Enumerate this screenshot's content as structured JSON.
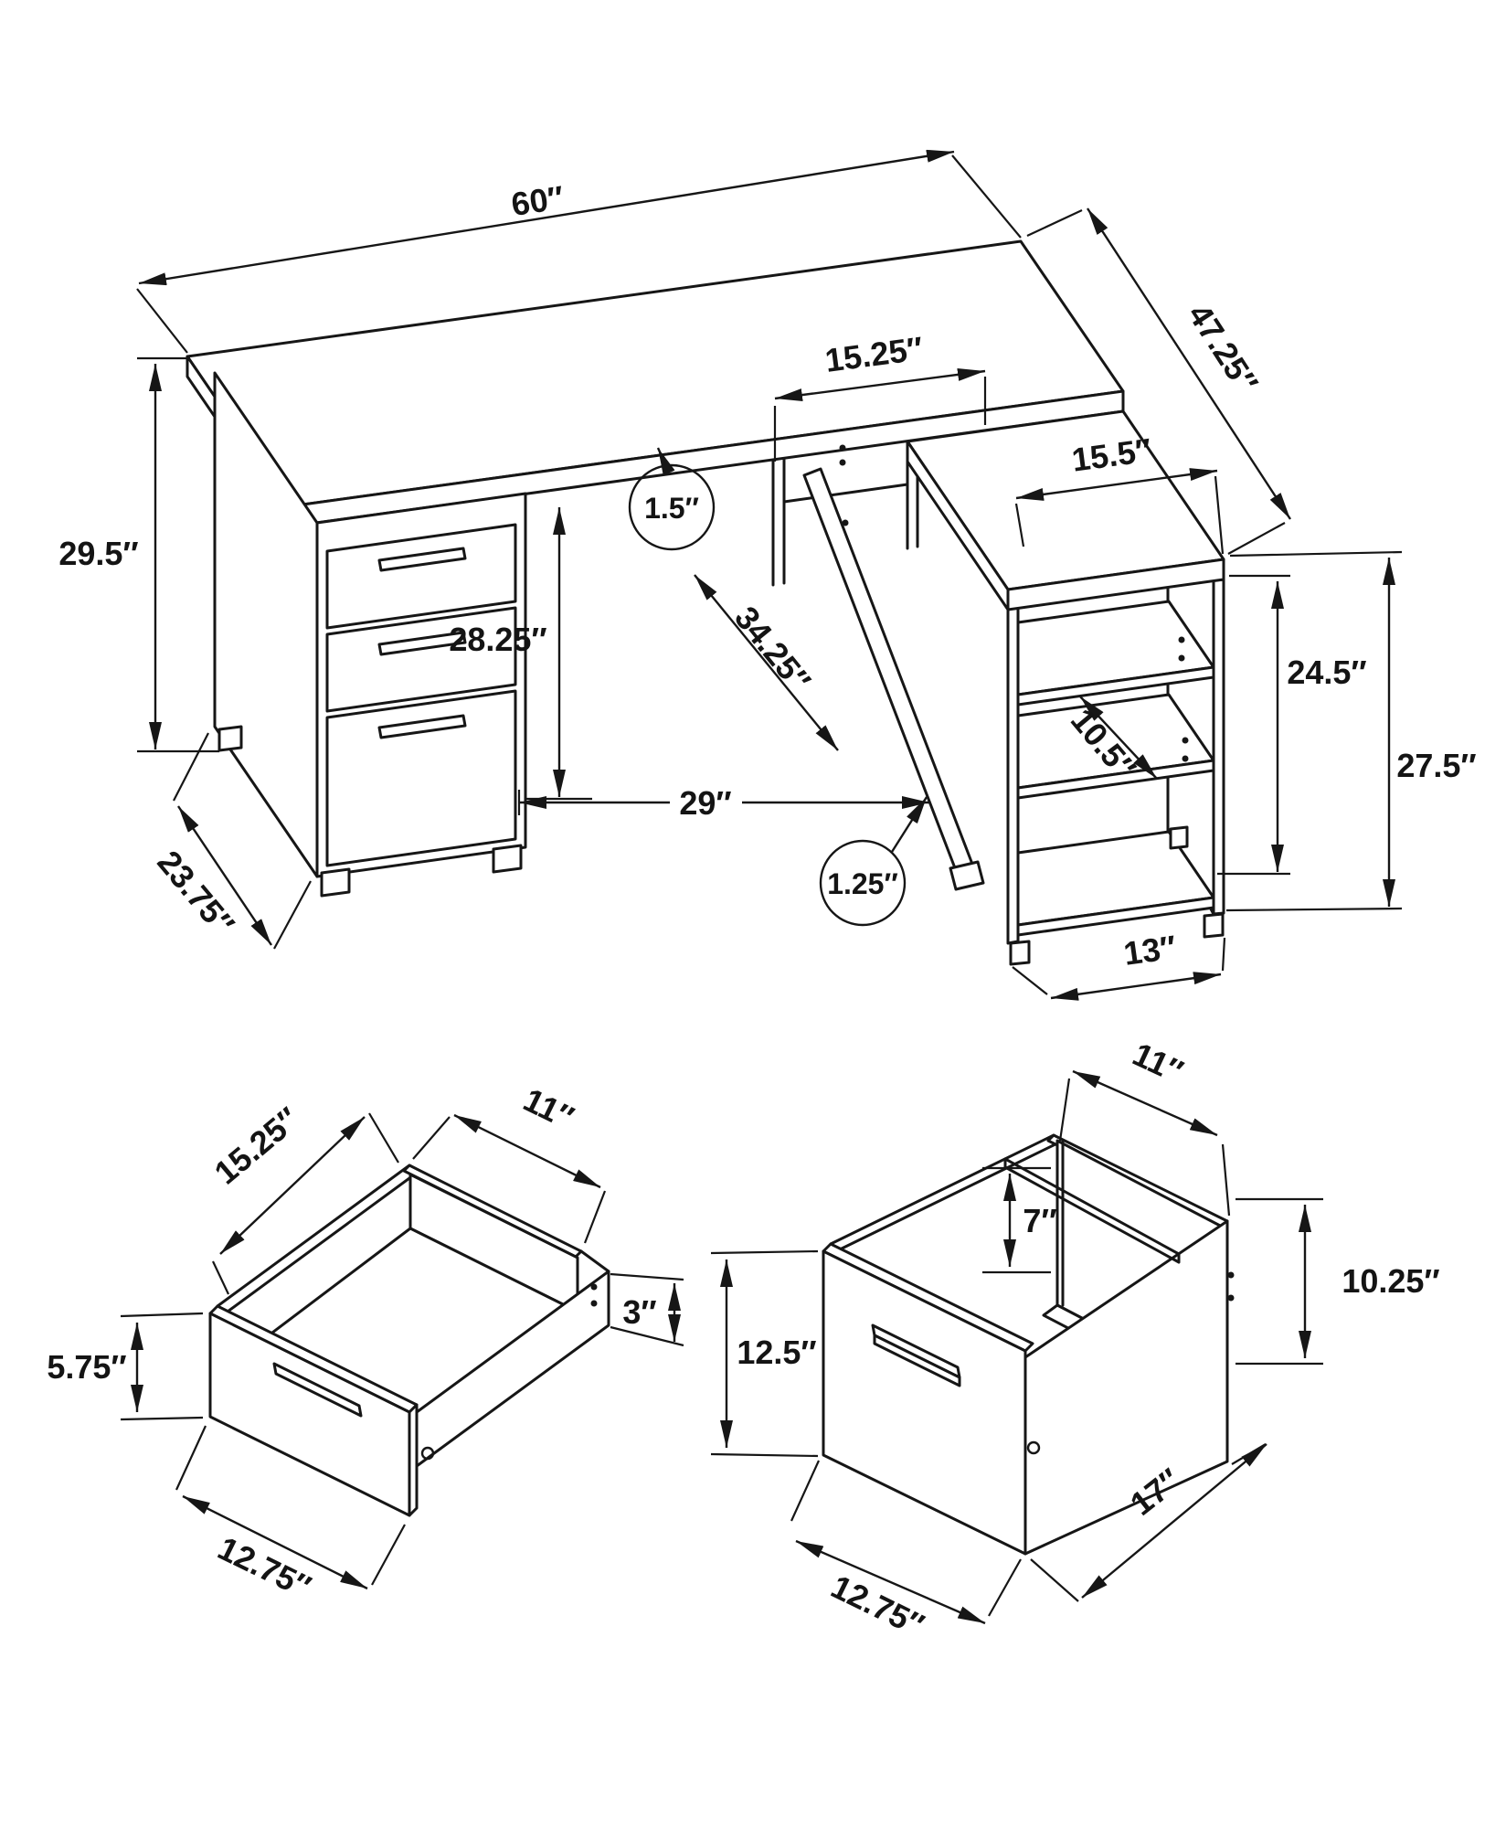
{
  "diagram_title": "L-shaped desk with drawer pedestal and bookcase - dimension diagram",
  "desk_view": {
    "labels": {
      "desktop_width": "60″",
      "total_depth": "47.25″",
      "knee_opening_width": "15.25″",
      "top_thickness": "1.5″",
      "overall_height": "29.5″",
      "pedestal_depth": "23.75″",
      "clearance_height": "28.25″",
      "angled_panel_length": "34.25″",
      "left_worksurface_width": "29″",
      "wing_top_width": "15.5″",
      "shelf_opening_height": "24.5″",
      "wing_height": "27.5″",
      "shelf_depth": "10.5″",
      "panel_thickness": "1.25″",
      "bookcase_width": "13″"
    }
  },
  "small_drawer_view": {
    "labels": {
      "depth": "15.25″",
      "inner_width": "11″",
      "back_height": "3″",
      "front_height": "5.75″",
      "front_width": "12.75″"
    }
  },
  "file_drawer_view": {
    "labels": {
      "inner_width": "11″",
      "rail_height": "7″",
      "back_height": "10.25″",
      "front_height": "12.5″",
      "depth": "17″",
      "front_width": "12.75″"
    }
  }
}
